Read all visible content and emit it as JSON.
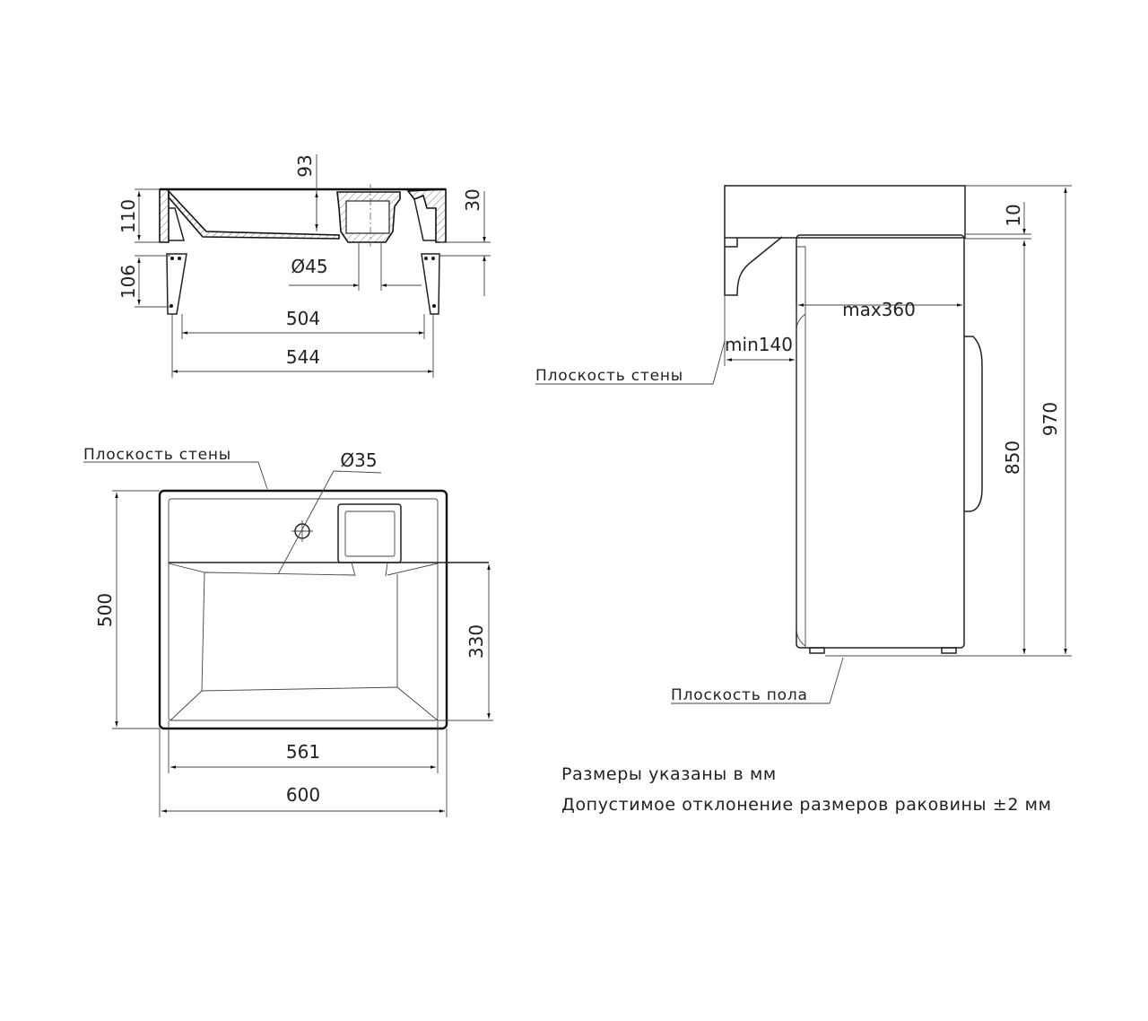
{
  "section_view": {
    "dims": {
      "height_110": "110",
      "height_106": "106",
      "depth_93": "93",
      "height_30": "30",
      "drain_45": "Ø45",
      "width_504": "504",
      "width_544": "544"
    }
  },
  "plan_view": {
    "wall_label": "Плоскость стены",
    "dims": {
      "hole_35": "Ø35",
      "depth_500": "500",
      "depth_330": "330",
      "width_561": "561",
      "width_600": "600"
    }
  },
  "side_view": {
    "wall_label": "Плоскость стены",
    "floor_label": "Плоскость пола",
    "dims": {
      "gap_10": "10",
      "height_850": "850",
      "height_970": "970",
      "max_360": "max360",
      "min_140": "min140"
    }
  },
  "notes": [
    "Размеры указаны в мм",
    "Допустимое отклонение размеров раковины ±2 мм"
  ]
}
